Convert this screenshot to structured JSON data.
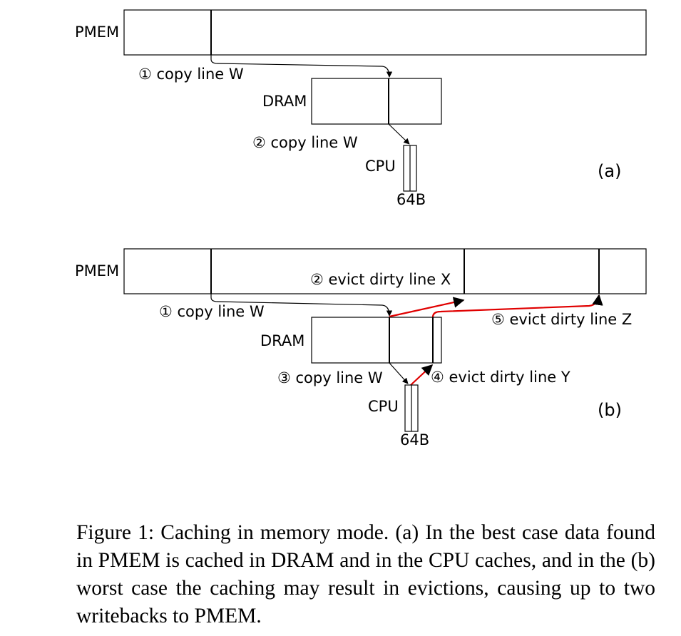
{
  "diagram_a": {
    "pmem_label": "PMEM",
    "dram_label": "DRAM",
    "cpu_label": "CPU",
    "cache_line_label": "64B",
    "step1_label": "① copy line W",
    "step2_label": "② copy line W",
    "panel_label": "(a)"
  },
  "diagram_b": {
    "pmem_label": "PMEM",
    "dram_label": "DRAM",
    "cpu_label": "CPU",
    "cache_line_label": "64B",
    "step1_label": "① copy line W",
    "step2_label": "② evict dirty line X",
    "step3_label": "③ copy line W",
    "step4_label": "④ evict dirty line Y",
    "step5_label": "⑤ evict dirty line Z",
    "panel_label": "(b)"
  },
  "caption": "Figure 1: Caching in memory mode. (a) In the best case data found in PMEM is cached in DRAM and in the CPU caches, and in the (b) worst case the caching may result in evictions, causing up to two writebacks to PMEM.",
  "colors": {
    "copy_arrow": "#000000",
    "evict_arrow": "#e00000"
  }
}
